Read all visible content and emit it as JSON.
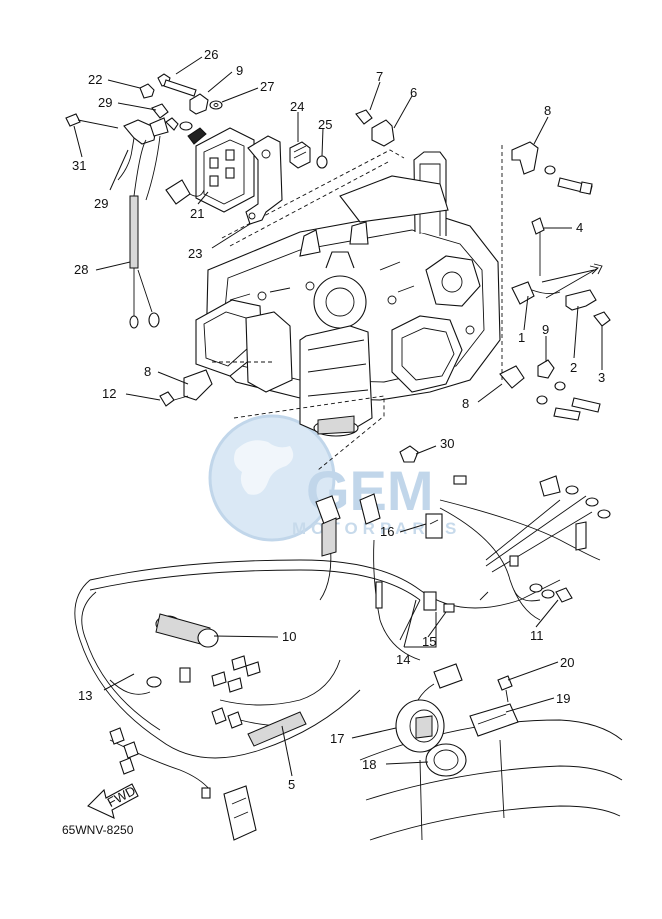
{
  "diagram": {
    "code": "65WNV-8250",
    "fwd_label": "FWD",
    "watermark": {
      "brand": "GEM",
      "sub": "MOTORPARTS"
    },
    "callouts": [
      {
        "id": "c1",
        "label": "1"
      },
      {
        "id": "c2",
        "label": "2"
      },
      {
        "id": "c3",
        "label": "3"
      },
      {
        "id": "c4",
        "label": "4"
      },
      {
        "id": "c5",
        "label": "5"
      },
      {
        "id": "c6",
        "label": "6"
      },
      {
        "id": "c7",
        "label": "7"
      },
      {
        "id": "c8a",
        "label": "8"
      },
      {
        "id": "c8b",
        "label": "8"
      },
      {
        "id": "c8c",
        "label": "8"
      },
      {
        "id": "c9a",
        "label": "9"
      },
      {
        "id": "c9b",
        "label": "9"
      },
      {
        "id": "c10",
        "label": "10"
      },
      {
        "id": "c11",
        "label": "11"
      },
      {
        "id": "c12",
        "label": "12"
      },
      {
        "id": "c13",
        "label": "13"
      },
      {
        "id": "c14",
        "label": "14"
      },
      {
        "id": "c15",
        "label": "15"
      },
      {
        "id": "c16",
        "label": "16"
      },
      {
        "id": "c17",
        "label": "17"
      },
      {
        "id": "c18",
        "label": "18"
      },
      {
        "id": "c19",
        "label": "19"
      },
      {
        "id": "c20",
        "label": "20"
      },
      {
        "id": "c21",
        "label": "21"
      },
      {
        "id": "c22",
        "label": "22"
      },
      {
        "id": "c23",
        "label": "23"
      },
      {
        "id": "c24",
        "label": "24"
      },
      {
        "id": "c25",
        "label": "25"
      },
      {
        "id": "c26",
        "label": "26"
      },
      {
        "id": "c27",
        "label": "27"
      },
      {
        "id": "c28",
        "label": "28"
      },
      {
        "id": "c29a",
        "label": "29"
      },
      {
        "id": "c29b",
        "label": "29"
      },
      {
        "id": "c30",
        "label": "30"
      },
      {
        "id": "c31",
        "label": "31"
      }
    ]
  }
}
